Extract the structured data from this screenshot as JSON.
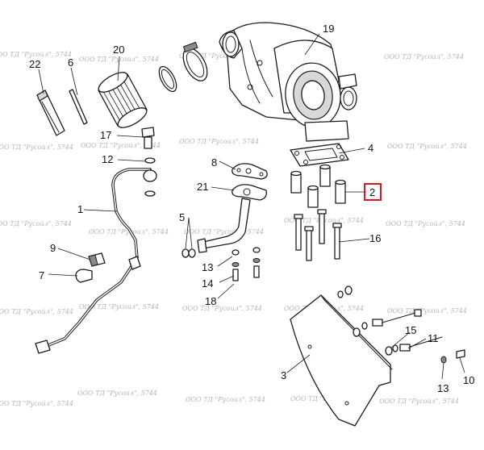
{
  "watermark": "ООО ТД \"Русойл\", 5744",
  "callouts": {
    "c1": "1",
    "c2": "2",
    "c3": "3",
    "c4": "4",
    "c5": "5",
    "c6": "6",
    "c7": "7",
    "c8": "8",
    "c9": "9",
    "c10": "10",
    "c11": "11",
    "c12": "12",
    "c13a": "13",
    "c13b": "13",
    "c14": "14",
    "c15": "15",
    "c16": "16",
    "c17": "17",
    "c18": "18",
    "c19": "19",
    "c20": "20",
    "c21": "21",
    "c22": "22"
  },
  "highlighted_callout": "2",
  "highlight_color": "#e0141e"
}
